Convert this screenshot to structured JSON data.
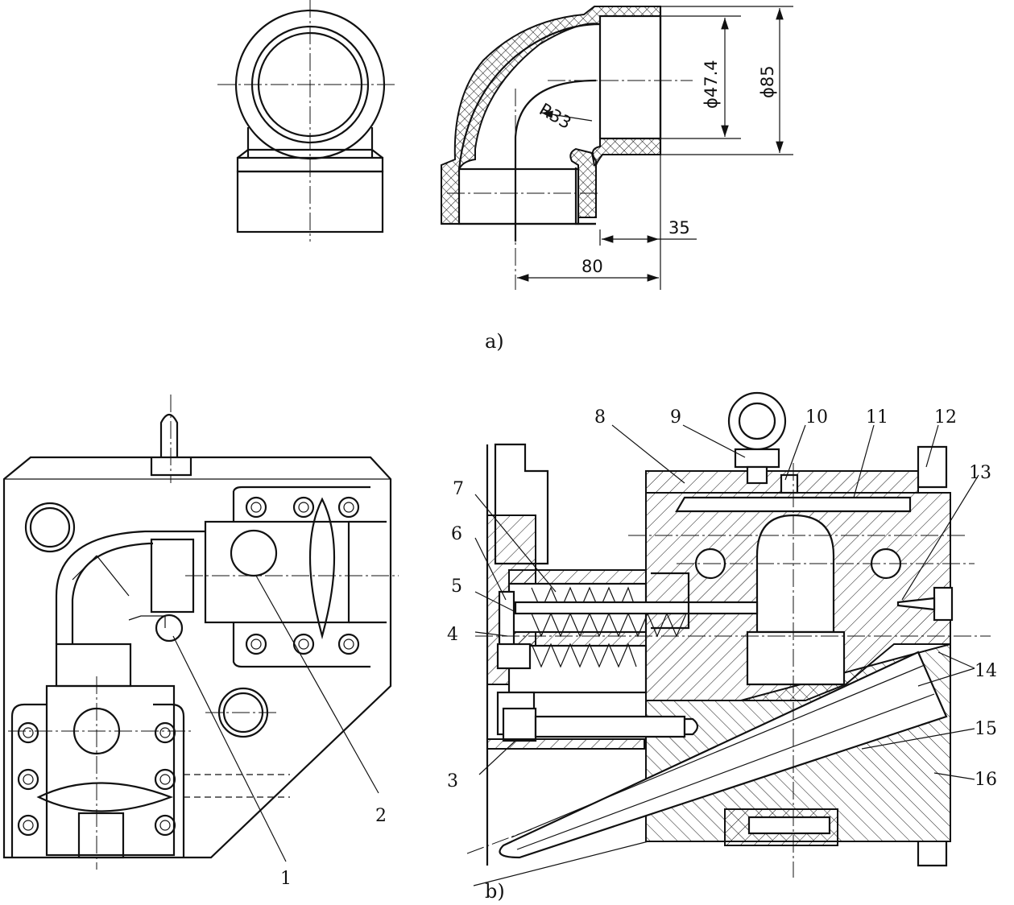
{
  "captions": {
    "a": "a)",
    "b": "b)"
  },
  "dimensions": {
    "dia_inner": "ϕ47.4",
    "dia_outer": "ϕ85",
    "radius": "R33",
    "len_35": "35",
    "len_80": "80"
  },
  "part_labels": [
    "1",
    "2",
    "3",
    "4",
    "5",
    "6",
    "7",
    "8",
    "9",
    "10",
    "11",
    "12",
    "13",
    "14",
    "15",
    "16"
  ]
}
